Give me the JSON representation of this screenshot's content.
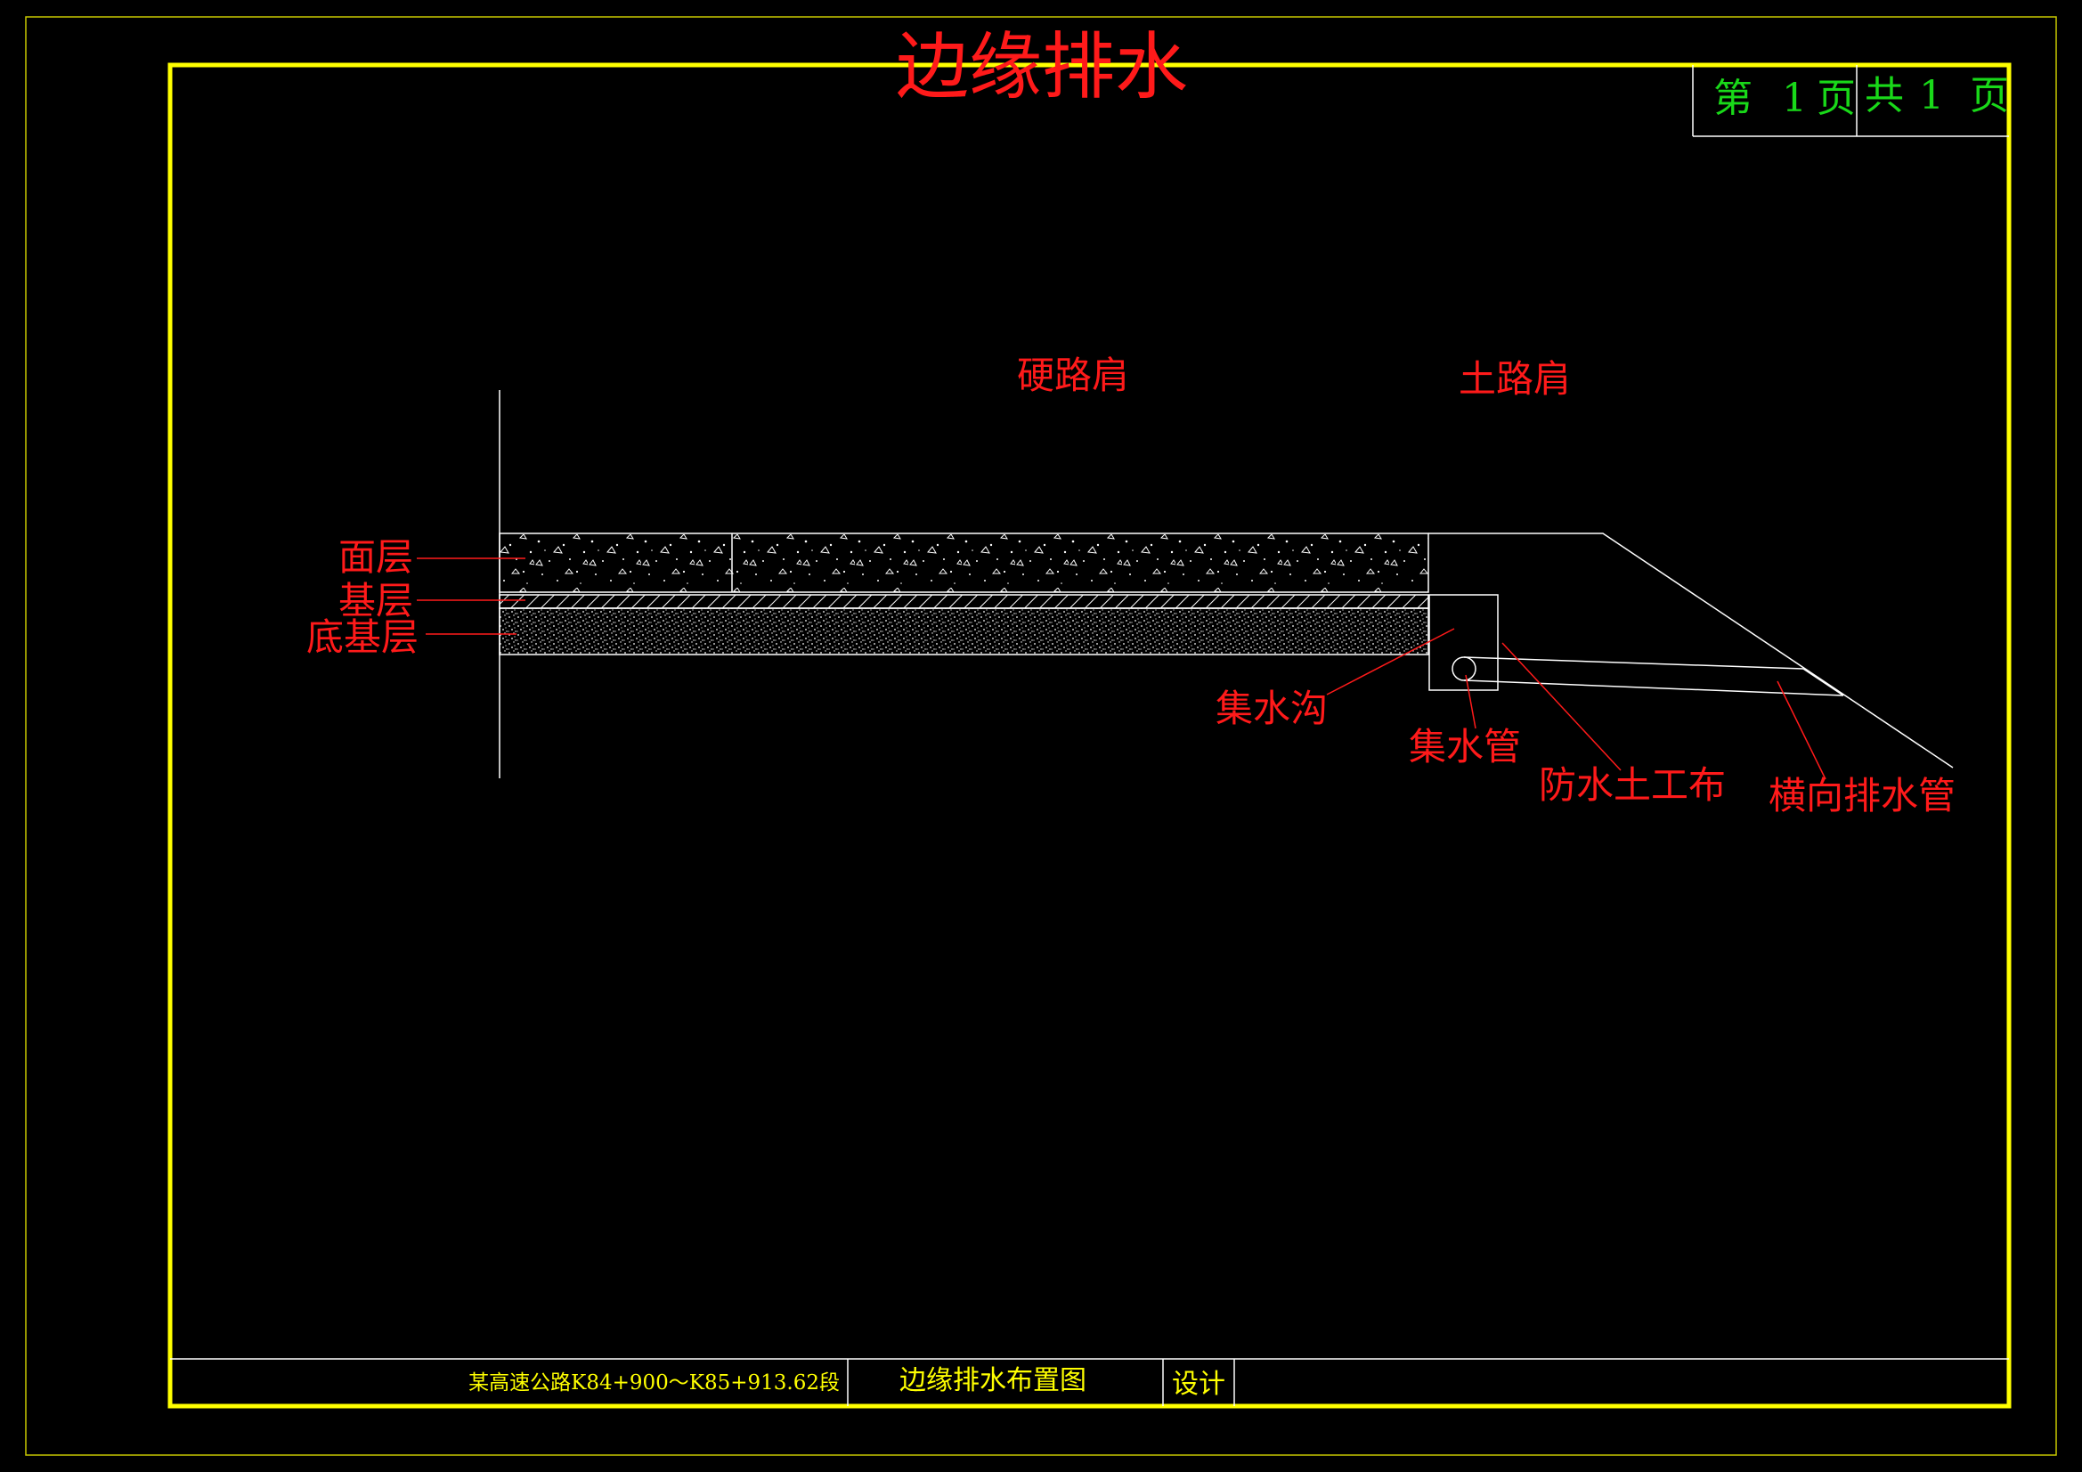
{
  "drawing": {
    "title": "边缘排水",
    "page": {
      "current_label": "第",
      "current": "1",
      "page_word": "页",
      "total_label": "共",
      "total": "1",
      "total_word": "页"
    },
    "zones": {
      "hard_shoulder": "硬路肩",
      "soil_shoulder": "土路肩"
    },
    "layers": {
      "surface": "面层",
      "base": "基层",
      "subbase": "底基层"
    },
    "callouts": {
      "collecting_ditch": "集水沟",
      "collecting_pipe": "集水管",
      "geotextile": "防水土工布",
      "transverse_drain": "横向排水管"
    }
  },
  "title_block": {
    "project": "某高速公路K84+900～K85+913.62段",
    "drawing_name": "边缘排水布置图",
    "design_label": "设计"
  },
  "colors": {
    "frame": "#ffff00",
    "annotation": "#ff1a1a",
    "page_text": "#19d919",
    "linework": "#ffffff"
  }
}
